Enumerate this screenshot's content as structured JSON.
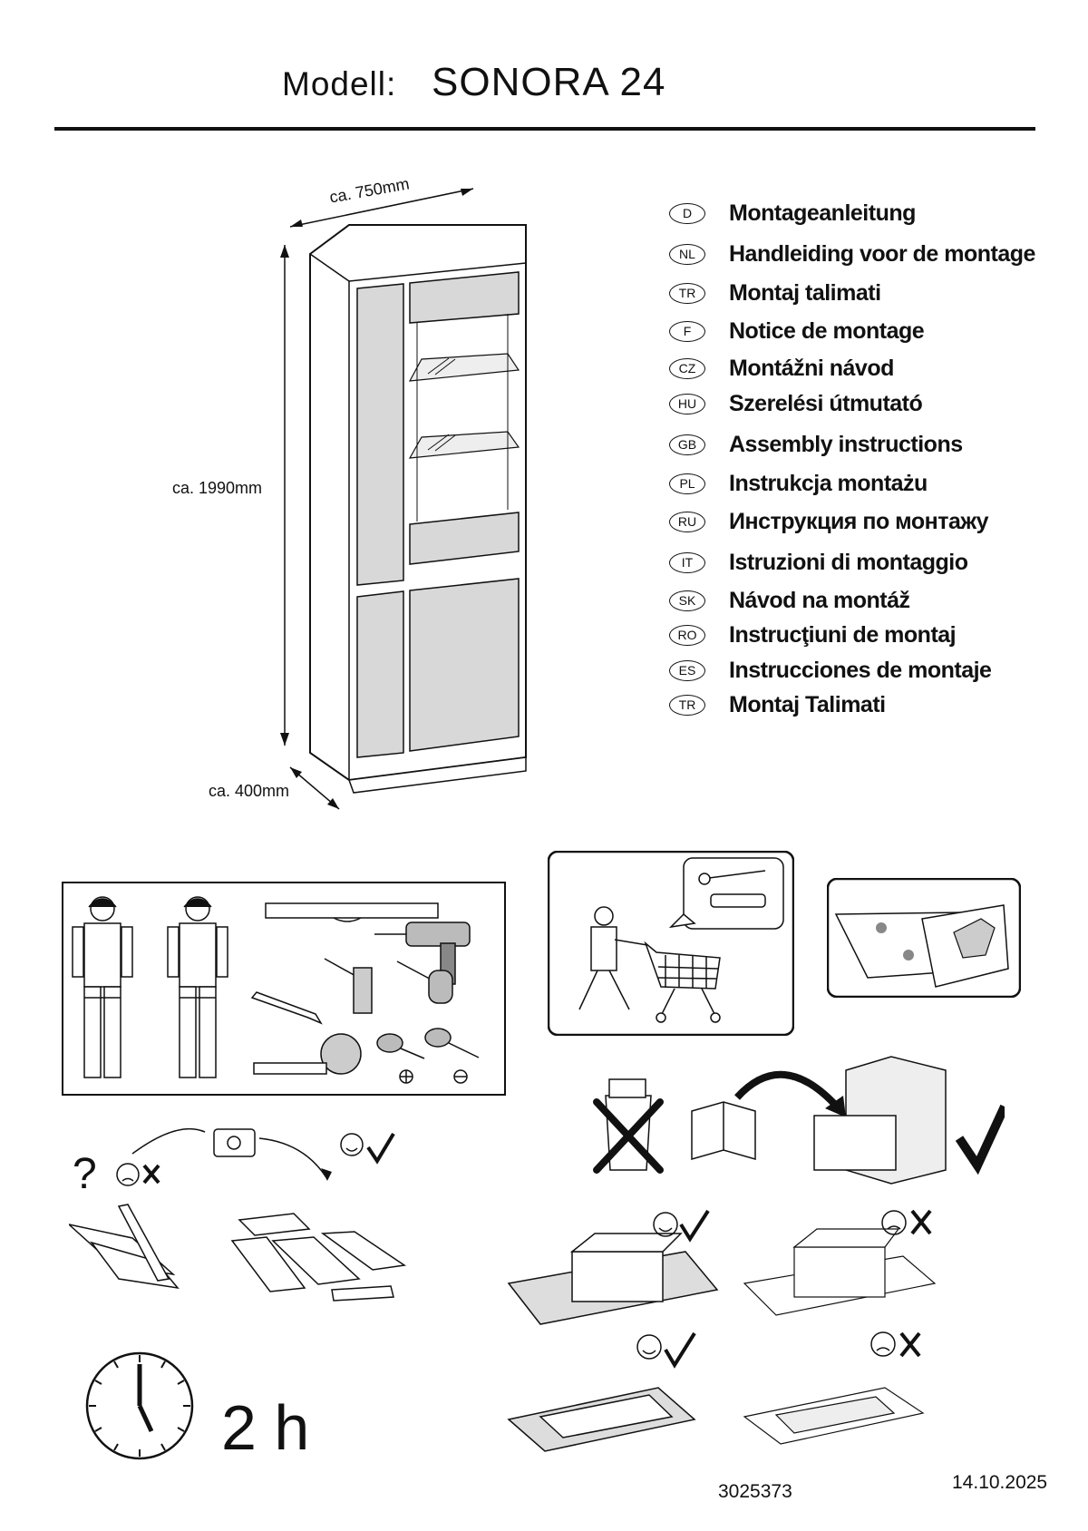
{
  "header": {
    "model_label": "Modell:",
    "model_name": "SONORA 24"
  },
  "dimensions": {
    "width": "ca. 750mm",
    "height": "ca. 1990mm",
    "depth": "ca. 400mm"
  },
  "languages": [
    {
      "code": "D",
      "title": "Montageanleitung"
    },
    {
      "code": "NL",
      "title": "Handleiding voor de montage"
    },
    {
      "code": "TR",
      "title": "Montaj talimati"
    },
    {
      "code": "F",
      "title": "Notice de montage"
    },
    {
      "code": "CZ",
      "title": "Montážni návod"
    },
    {
      "code": "HU",
      "title": "Szerelési útmutató"
    },
    {
      "code": "GB",
      "title": "Assembly instructions"
    },
    {
      "code": "PL",
      "title": "Instrukcja montażu"
    },
    {
      "code": "RU",
      "title": "Инструкция по монтажу"
    },
    {
      "code": "IT",
      "title": "Istruzioni di montaggio"
    },
    {
      "code": "SK",
      "title": "Návod na montáž"
    },
    {
      "code": "RO",
      "title": "Instrucţiuni de montaj"
    },
    {
      "code": "ES",
      "title": "Instrucciones de montaje"
    },
    {
      "code": "TR",
      "title": "Montaj Talimati"
    }
  ],
  "assembly_time": "2 h",
  "footer": {
    "article_number": "3025373",
    "date": "14.10.2025"
  },
  "icons": [
    "cabinet-drawing",
    "workers-and-tools-panel",
    "shopping-cart-panel",
    "gloves-panel",
    "no-trash-keep-manual",
    "phone-support",
    "parts-sorting",
    "protect-floor-with-rug",
    "clock-icon"
  ]
}
